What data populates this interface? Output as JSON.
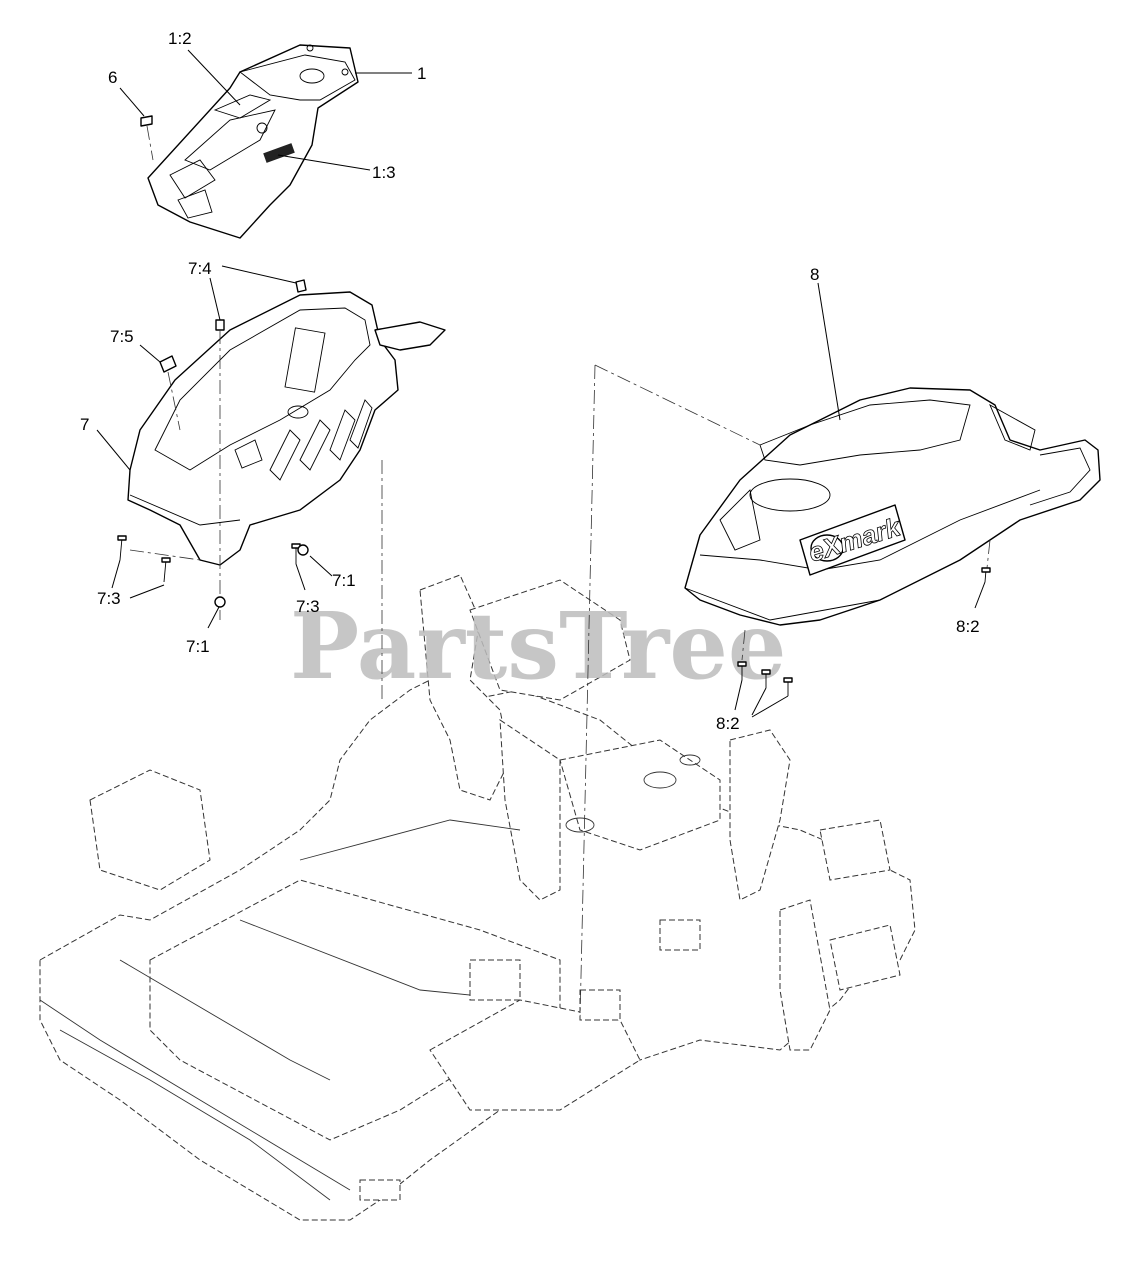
{
  "callouts": {
    "c1": "1",
    "c1_2": "1:2",
    "c1_3": "1:3",
    "c6": "6",
    "c7": "7",
    "c7_1a": "7:1",
    "c7_1b": "7:1",
    "c7_3a": "7:3",
    "c7_3b": "7:3",
    "c7_4": "7:4",
    "c7_5": "7:5",
    "c8": "8",
    "c8_2a": "8:2",
    "c8_2b": "8:2"
  },
  "brand_logo": "eXmark",
  "watermark": "PartsTree"
}
